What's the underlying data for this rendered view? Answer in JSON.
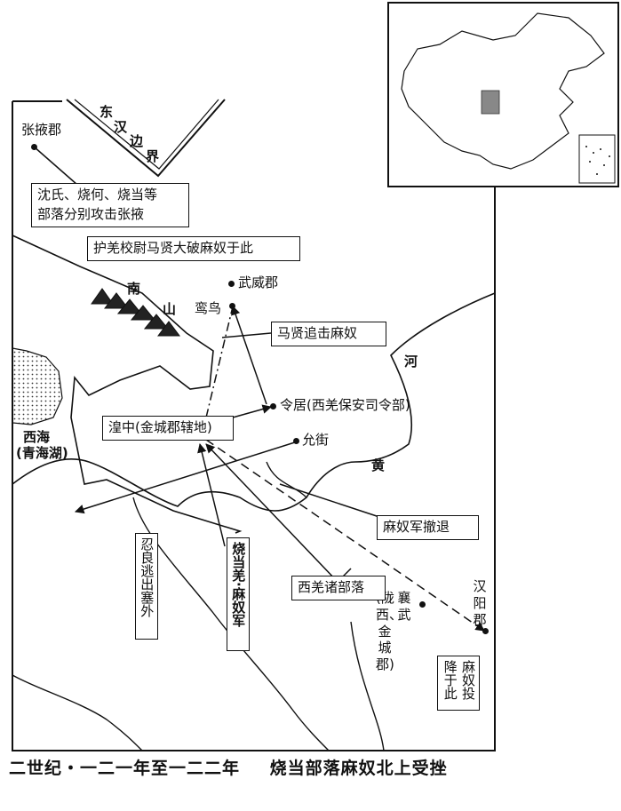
{
  "map": {
    "places": {
      "zhangye": "张掖郡",
      "wuwei": "武威郡",
      "luanniao": "鸾鸟",
      "lingju": "令居(西羌保安司令部)",
      "yunjie": "允街",
      "hanyang": "汉阳郡",
      "xiangwu": "襄武",
      "xiangwu_note": "(陇西、金城郡)",
      "xihai": "西海",
      "xihai_note": "(青海湖)",
      "nanshan_1": "南",
      "nanshan_2": "山",
      "he_1": "河",
      "he_2": "黄"
    },
    "border_label": [
      "东",
      "汉",
      "边",
      "界"
    ],
    "boxes": {
      "attack_zhangye_line1": "沈氏、烧何、烧当等",
      "attack_zhangye_line2": "部落分别攻击张掖",
      "maxian_defeat": "护羌校尉马贤大破麻奴于此",
      "maxian_pursue": "马贤追击麻奴",
      "huangzhong": "湟中(金城郡辖地)",
      "retreat": "麻奴军撤退",
      "xiqiang_tribes": "西羌诸部落",
      "renliang": "忍良逃出塞外",
      "shaodang": "烧当羌·麻奴军",
      "surrender": "麻奴投降于此"
    },
    "caption": {
      "date": "二世纪・一二一年至一二二年",
      "title": "烧当部落麻奴北上受挫"
    }
  }
}
